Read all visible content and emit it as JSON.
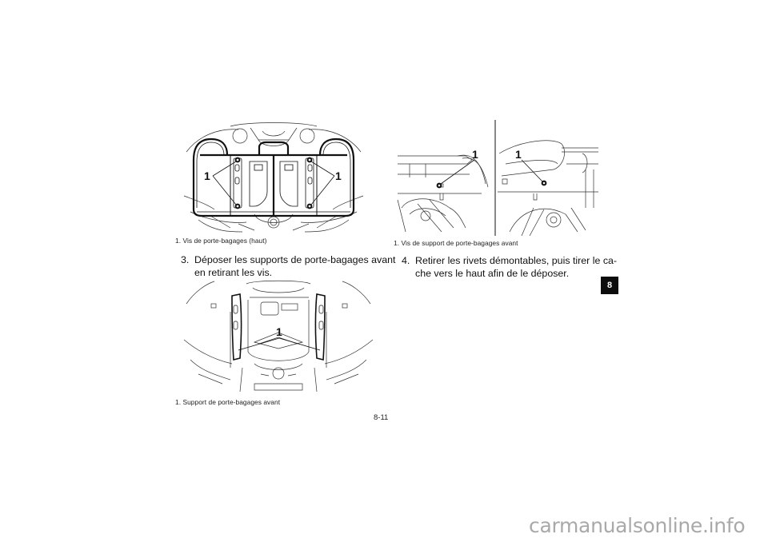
{
  "page": {
    "number": "8-11",
    "chapter_tab": "8"
  },
  "figures": [
    {
      "id": "fig-front-rack-bolts-top",
      "callouts": [
        "1",
        "1"
      ],
      "caption": "1.  Vis de porte-bagages (haut)"
    },
    {
      "id": "fig-front-rack-brackets",
      "callouts": [
        "1"
      ],
      "caption": "1.  Support de porte-bagages avant"
    },
    {
      "id": "fig-front-rack-bracket-bolts-side",
      "callouts": [
        "1",
        "1"
      ],
      "caption": "1.  Vis de support de porte-bagages avant"
    }
  ],
  "steps": [
    {
      "number": "3.",
      "lines": [
        "Déposer les supports de porte-bagages avant",
        "en retirant les vis."
      ]
    },
    {
      "number": "4.",
      "lines": [
        "Retirer les rivets démontables, puis tirer le ca-",
        "che vers le haut afin de le déposer."
      ]
    }
  ],
  "watermark": {
    "text": "carmanualsonline.info",
    "color": "#a9a9a9"
  }
}
